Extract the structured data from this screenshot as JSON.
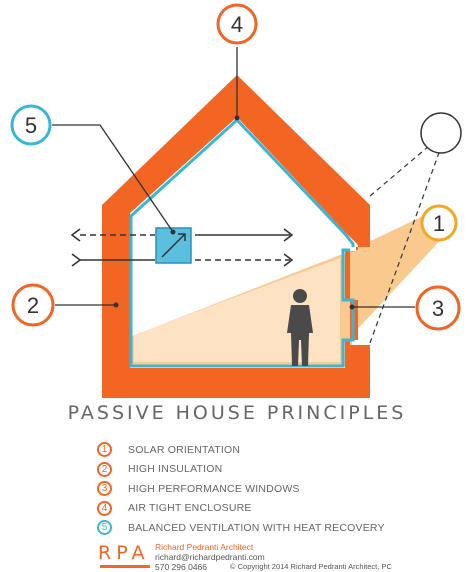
{
  "callouts": {
    "c1": "1",
    "c2": "2",
    "c3": "3",
    "c4": "4",
    "c5": "5"
  },
  "title": "PASSIVE HOUSE PRINCIPLES",
  "legend": [
    {
      "num": "1",
      "label": "SOLAR ORIENTATION",
      "color": "#f26522"
    },
    {
      "num": "2",
      "label": "HIGH INSULATION",
      "color": "#f26522"
    },
    {
      "num": "3",
      "label": "HIGH PERFORMANCE WINDOWS",
      "color": "#f26522"
    },
    {
      "num": "4",
      "label": "AIR TIGHT ENCLOSURE",
      "color": "#f26522"
    },
    {
      "num": "5",
      "label": "BALANCED VENTILATION WITH HEAT RECOVERY",
      "color": "#39b5d9"
    }
  ],
  "footer": {
    "logo": "RPA",
    "firm": "Richard Pedranti Architect",
    "email": "richard@richardpedranti.com",
    "phone": "570 296 0466",
    "copyright": "© Copyright 2014 Richard Pedranti Architect, PC"
  },
  "colors": {
    "insulation": "#f26522",
    "airtight": "#39b5d9",
    "sunlight": "#f9c07a",
    "interior_floor": "#fde3c4",
    "figure": "#4a4a4a"
  }
}
